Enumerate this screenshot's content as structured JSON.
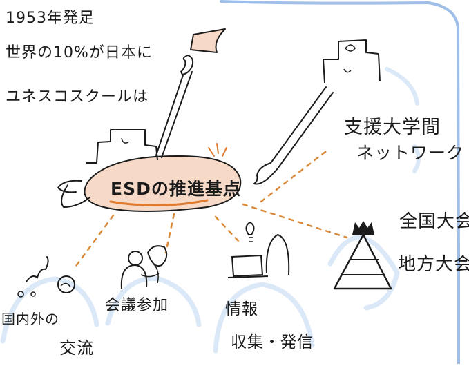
{
  "notes": {
    "line1": "1953年発足",
    "line2": "世界の10%が日本に",
    "line3": "ユネスコスクールは"
  },
  "center": {
    "label": "ESDの推進基点"
  },
  "branches": {
    "university_network_line1": "支援大学間",
    "university_network_line2": "ネットワーク",
    "national_meet": "全国大会",
    "local_meet": "地方大会",
    "intl_exchange_line1": "国内外の",
    "intl_exchange_line2": "交流",
    "conference": "会議参加",
    "info_line1": "情報",
    "info_line2": "収集・発信"
  },
  "colors": {
    "ink": "#1b1b1b",
    "blob": "#f6d9c6",
    "underline": "#e07a2e",
    "dash": "#d98a3a",
    "blue_outline": "#9fbfe8",
    "blue_halo": "#dbe8f7"
  },
  "icons": [
    "flag-icon",
    "hand-arrow-icon",
    "person-icon",
    "pyramid-icon",
    "crown-icon",
    "globe-icon",
    "laptop-icon",
    "lightbulb-icon",
    "people-group-icon"
  ]
}
